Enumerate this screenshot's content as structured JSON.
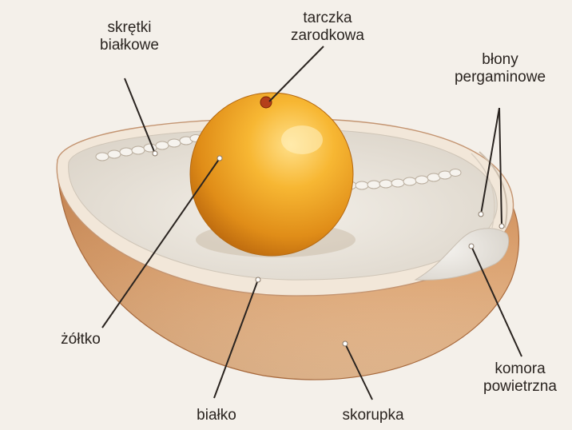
{
  "labels": {
    "skretki": [
      "skrętki",
      "białkowe"
    ],
    "tarczka": [
      "tarczka",
      "zarodkowa"
    ],
    "blony": [
      "błony",
      "pergaminowe"
    ],
    "zoltko": "żółtko",
    "bialko": "białko",
    "skorupka": "skorupka",
    "komora": [
      "komora",
      "powietrzna"
    ]
  },
  "colors": {
    "background": "#f4f0ea",
    "shell_outer": "#d9975e",
    "shell_cut": "#f1e6d8",
    "albumen": "#ebe6dd",
    "yolk": "#f0a823",
    "leader_line": "#2a2420"
  }
}
